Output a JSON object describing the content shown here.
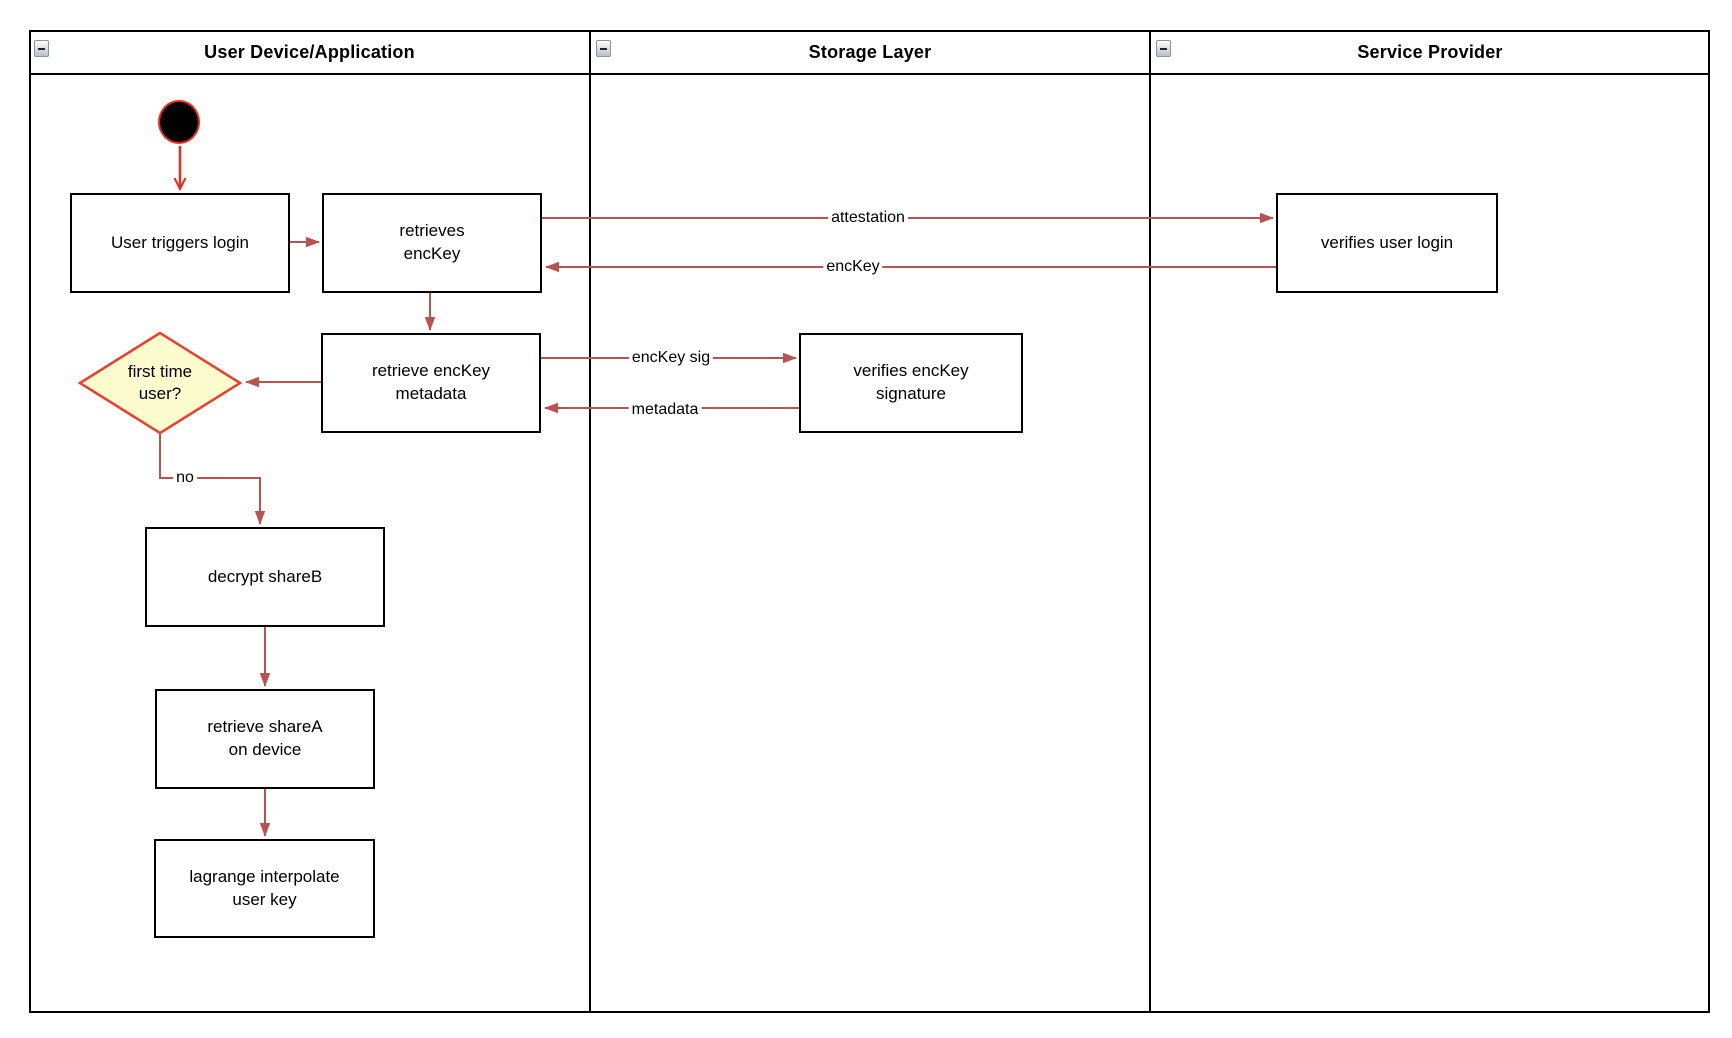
{
  "diagram": {
    "type": "uml-activity-swimlane",
    "colors": {
      "edge": "#B85450",
      "start_arrow": "#F02B1D",
      "decision_fill": "#FDFCCE",
      "decision_border": "#F03B2A",
      "node_border": "#000000"
    },
    "icons": {
      "collapse": "minus-icon"
    },
    "lanes": [
      {
        "id": "user-device",
        "title": "User Device/Application"
      },
      {
        "id": "storage-layer",
        "title": "Storage Layer"
      },
      {
        "id": "service-provider",
        "title": "Service Provider"
      }
    ],
    "nodes": [
      {
        "id": "start",
        "type": "initial-node",
        "label": ""
      },
      {
        "id": "user-triggers-login",
        "type": "action",
        "label": "User triggers login"
      },
      {
        "id": "retrieves-enckey",
        "type": "action",
        "label": "retrieves\nencKey"
      },
      {
        "id": "verifies-user-login",
        "type": "action",
        "label": "verifies user login"
      },
      {
        "id": "retrieve-enckey-metadata",
        "type": "action",
        "label": "retrieve encKey\nmetadata"
      },
      {
        "id": "verifies-enckey-signature",
        "type": "action",
        "label": "verifies encKey\nsignature"
      },
      {
        "id": "first-time-user",
        "type": "decision",
        "label": "first time\nuser?"
      },
      {
        "id": "decrypt-shareb",
        "type": "action",
        "label": "decrypt shareB"
      },
      {
        "id": "retrieve-sharea",
        "type": "action",
        "label": "retrieve shareA\non device"
      },
      {
        "id": "lagrange-interpolate",
        "type": "action",
        "label": "lagrange interpolate\nuser key"
      }
    ],
    "edge_labels": {
      "attestation": "attestation",
      "enckey": "encKey",
      "enckey_sig": "encKey sig",
      "metadata": "metadata",
      "no": "no"
    }
  }
}
